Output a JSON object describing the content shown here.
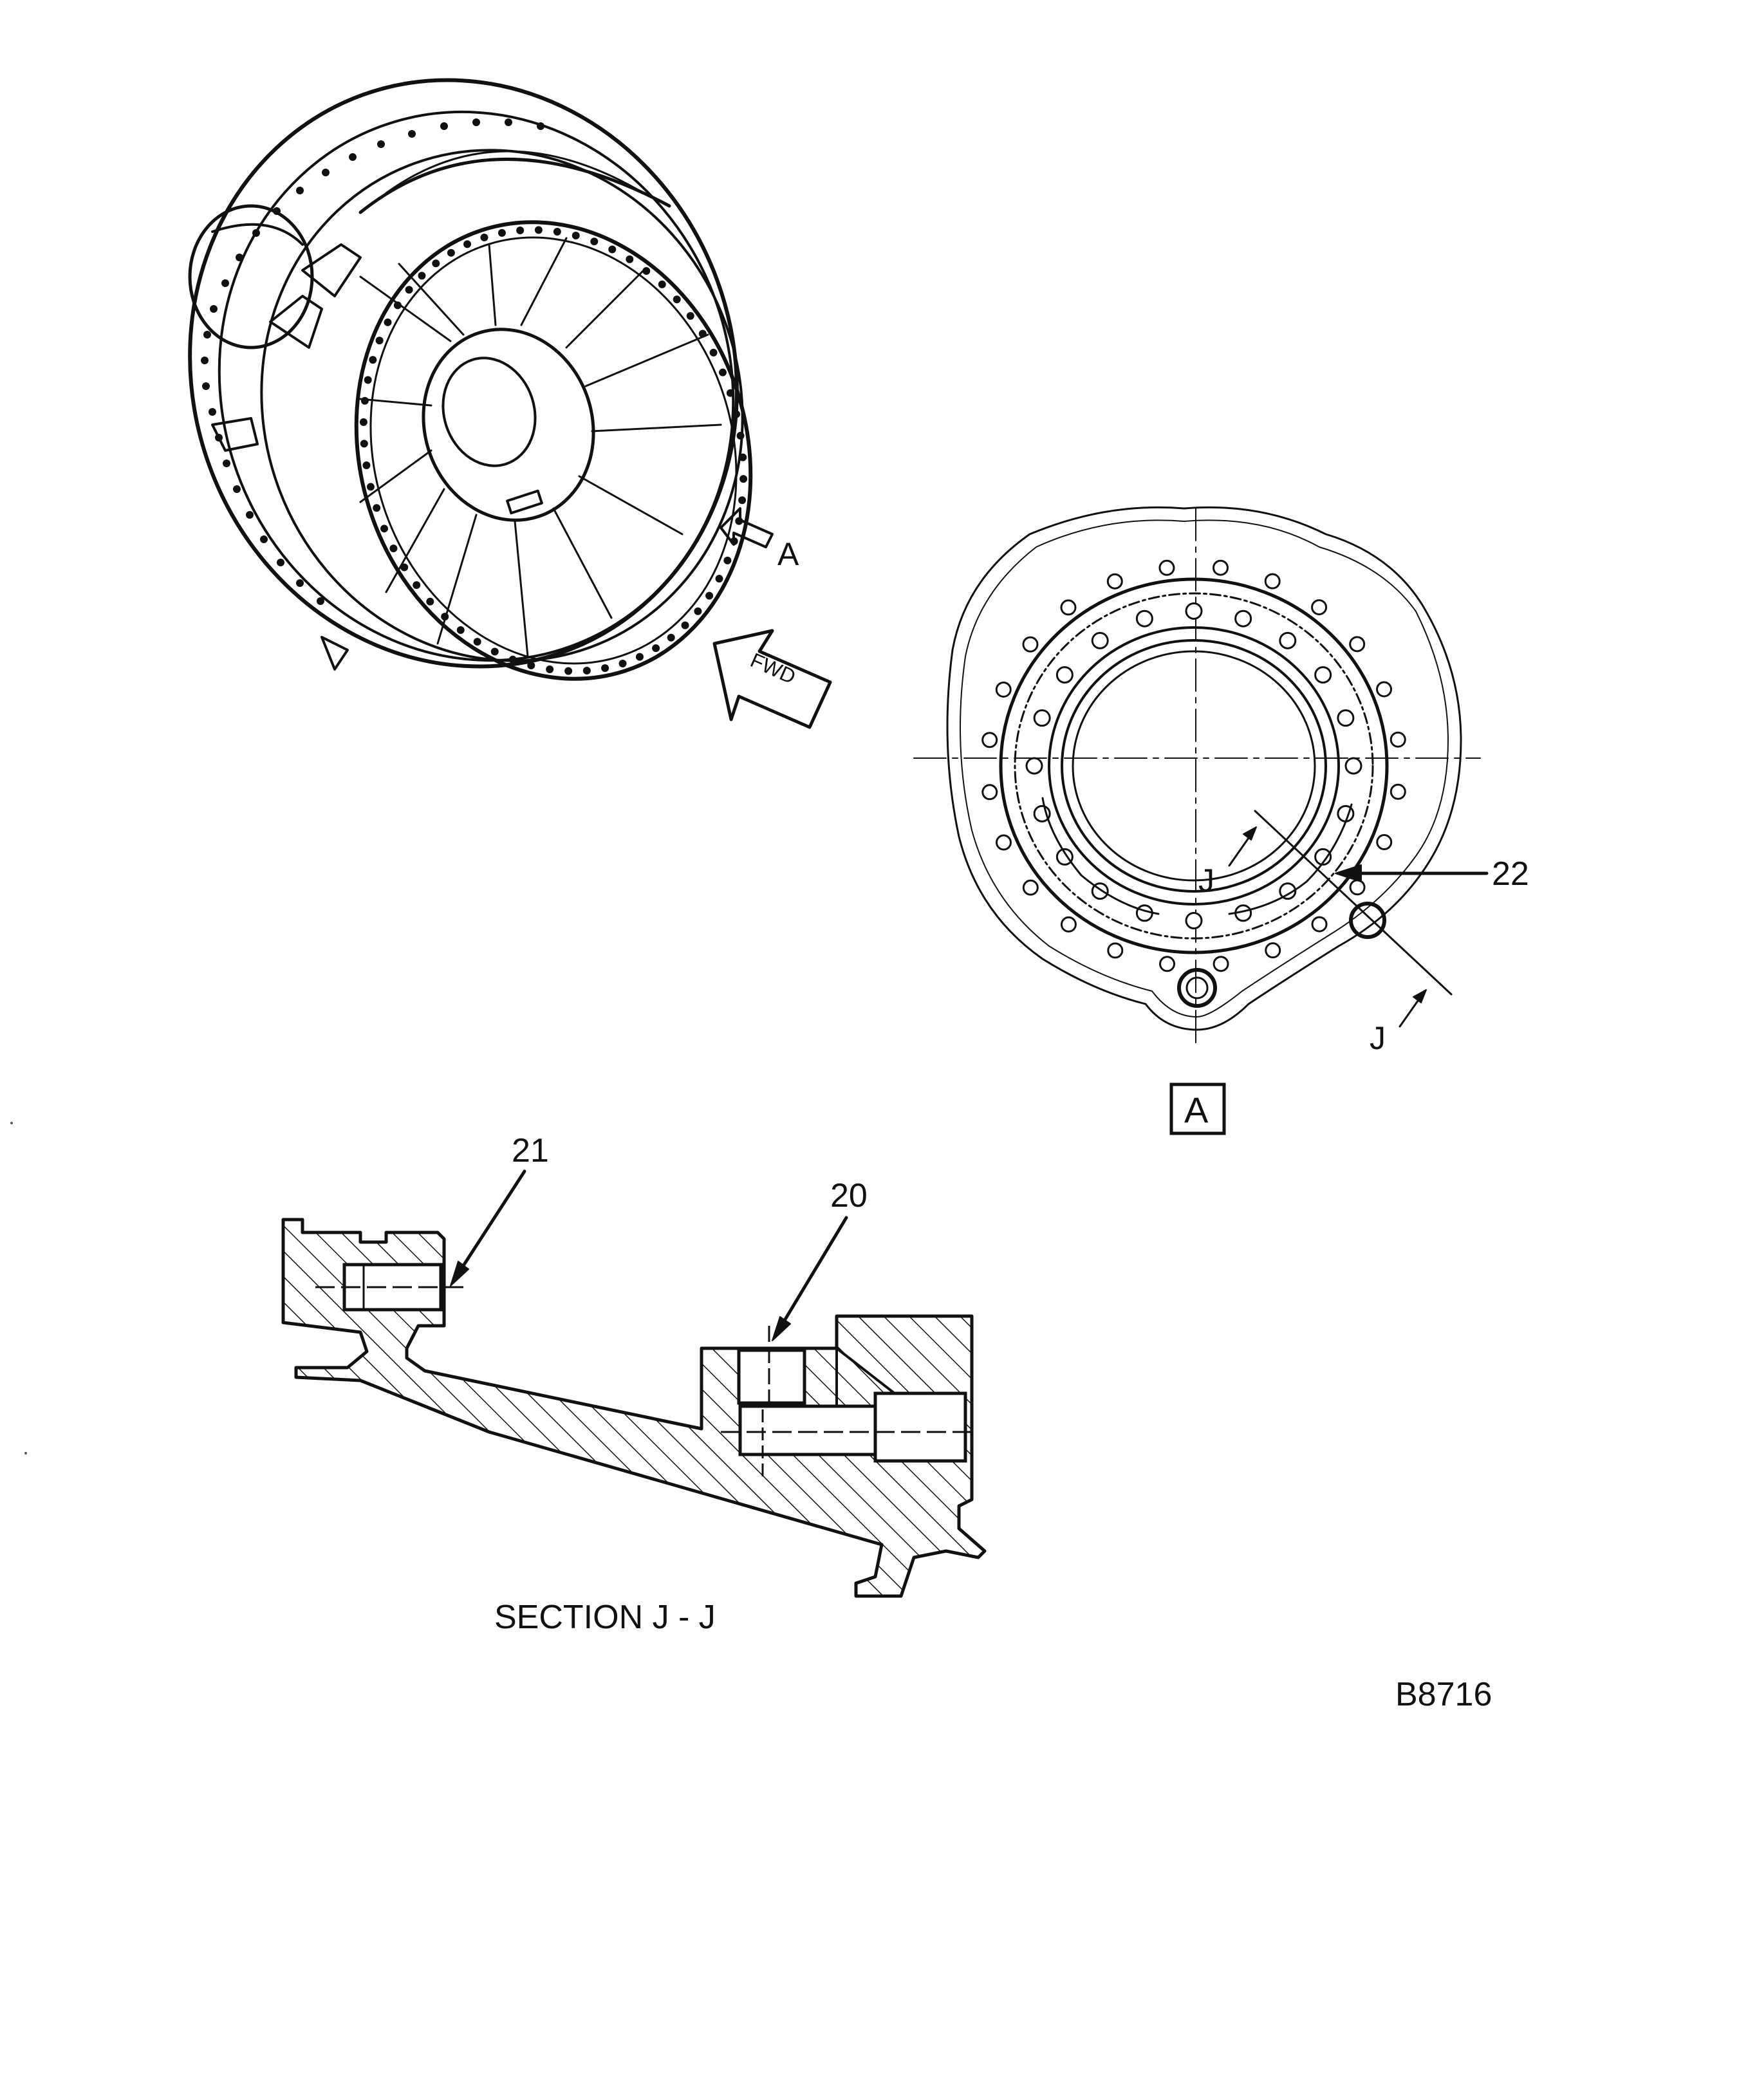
{
  "labels": {
    "view_a_arrow": "A",
    "fwd_arrow": "FWD",
    "callout_22": "22",
    "section_j_upper": "J",
    "section_j_lower": "J",
    "view_a_box": "A",
    "callout_21": "21",
    "callout_20": "20",
    "section_caption": "SECTION J - J",
    "figure_id": "B8716"
  },
  "colors": {
    "ink": "#111111",
    "paper": "#ffffff"
  }
}
